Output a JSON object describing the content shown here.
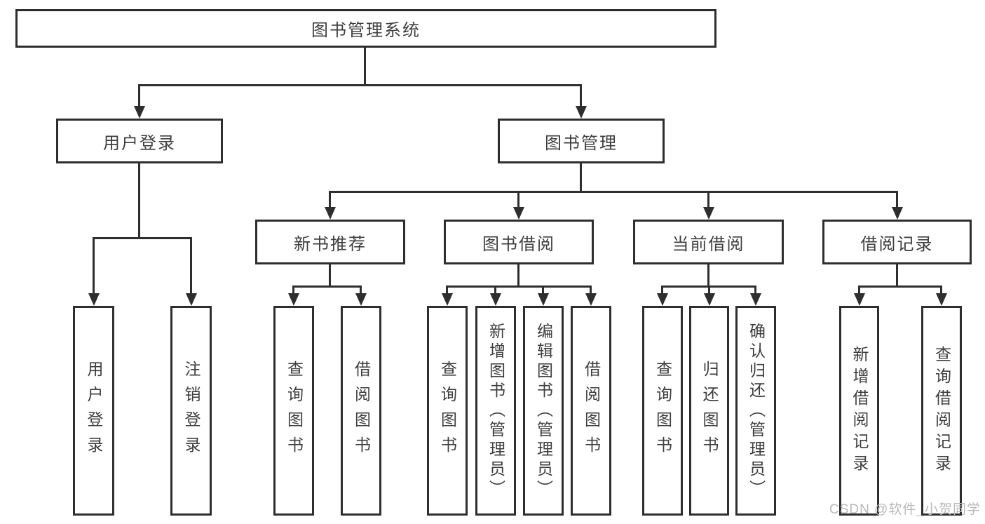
{
  "title": "图书管理系统",
  "colors": {
    "line": "#2e2e2e",
    "text": "#3e3e3e",
    "box_background": "#ffffff",
    "page_background": "#ffffff",
    "watermark": "#b9b9b9"
  },
  "tree": {
    "root": {
      "label": "图书管理系统"
    },
    "branches": [
      {
        "label": "用户登录",
        "children": [
          {
            "label": "用户登录"
          },
          {
            "label": "注销登录"
          }
        ]
      },
      {
        "label": "图书管理",
        "children": [
          {
            "label": "新书推荐",
            "children": [
              {
                "label": "查询图书"
              },
              {
                "label": "借阅图书"
              }
            ]
          },
          {
            "label": "图书借阅",
            "children": [
              {
                "label": "查询图书"
              },
              {
                "label": "新增图书（管理员）"
              },
              {
                "label": "编辑图书（管理员）"
              },
              {
                "label": "借阅图书"
              }
            ]
          },
          {
            "label": "当前借阅",
            "children": [
              {
                "label": "查询图书"
              },
              {
                "label": "归还图书"
              },
              {
                "label": "确认归还（管理员）"
              }
            ]
          },
          {
            "label": "借阅记录",
            "children": [
              {
                "label": "新增借阅记录"
              },
              {
                "label": "查询借阅记录"
              }
            ]
          }
        ]
      }
    ]
  },
  "watermark": {
    "text": "CSDN @软件_小贺同学"
  }
}
